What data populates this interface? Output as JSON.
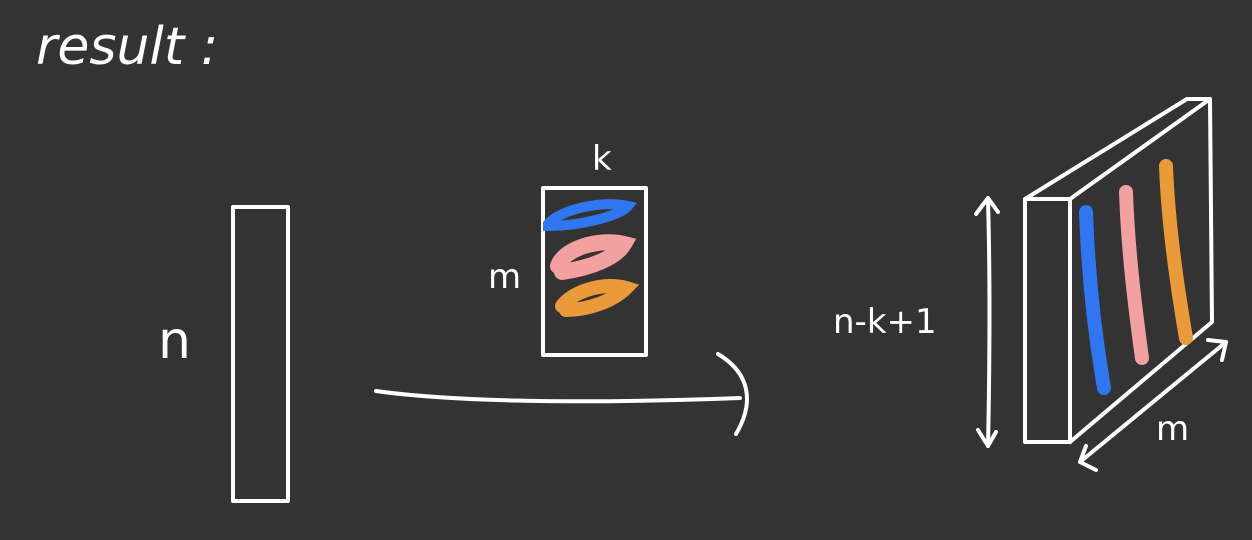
{
  "title": "result :",
  "input": {
    "length_label": "n"
  },
  "filters": {
    "width_label": "k",
    "count_label": "m",
    "colors": [
      "#2f76f0",
      "#f2a0a0",
      "#eb9a3a"
    ]
  },
  "output": {
    "height_label": "n-k+1",
    "depth_label": "m",
    "colors": [
      "#2f76f0",
      "#f2a0a0",
      "#eb9a3a"
    ]
  }
}
